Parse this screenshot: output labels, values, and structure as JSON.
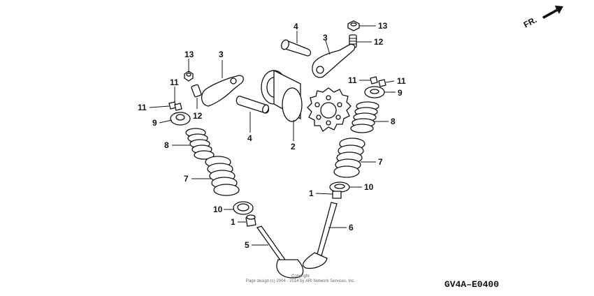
{
  "diagram": {
    "direction_marker": "FR.",
    "code": "GV4A–E0400",
    "copyright_line1": "Copyright",
    "copyright_line2": "Page design (c) 2004 - 2014 by ARI Network Services, Inc.",
    "callouts": {
      "c13_top_right": "13",
      "c12_top_right": "12",
      "c3_top_right": "3",
      "c4_top": "4",
      "c13_left": "13",
      "c3_left": "3",
      "c11_left_a": "11",
      "c11_left_b": "11",
      "c12_left": "12",
      "c9_left": "9",
      "c8_left": "8",
      "c7_left": "7",
      "c4_mid": "4",
      "c2": "2",
      "c11_right_a": "11",
      "c11_right_b": "11",
      "c9_right": "9",
      "c8_right": "8",
      "c7_right": "7",
      "c10_right": "10",
      "c1_right": "1",
      "c6": "6",
      "c10_left": "10",
      "c1_left": "1",
      "c5": "5"
    }
  }
}
